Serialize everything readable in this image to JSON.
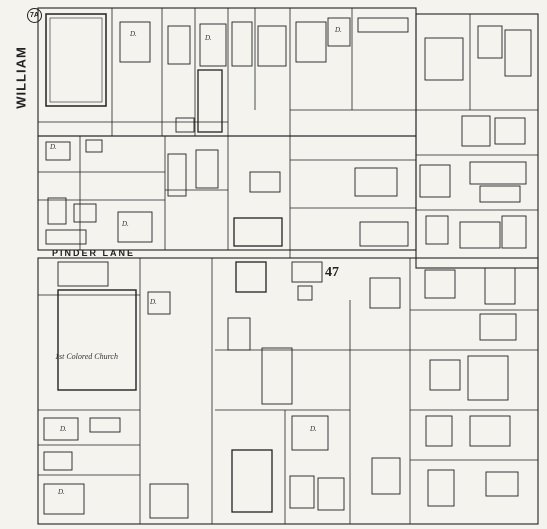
{
  "map": {
    "plate_badge": "7A",
    "streets": {
      "william": "WILLIAM",
      "pinder": "PINDER LANE"
    },
    "block_number": "47",
    "church_label": "1st Colored Church",
    "dwelling_marker": "D."
  },
  "colors": {
    "paper": "#f4f3ee",
    "ink": "#222222"
  }
}
